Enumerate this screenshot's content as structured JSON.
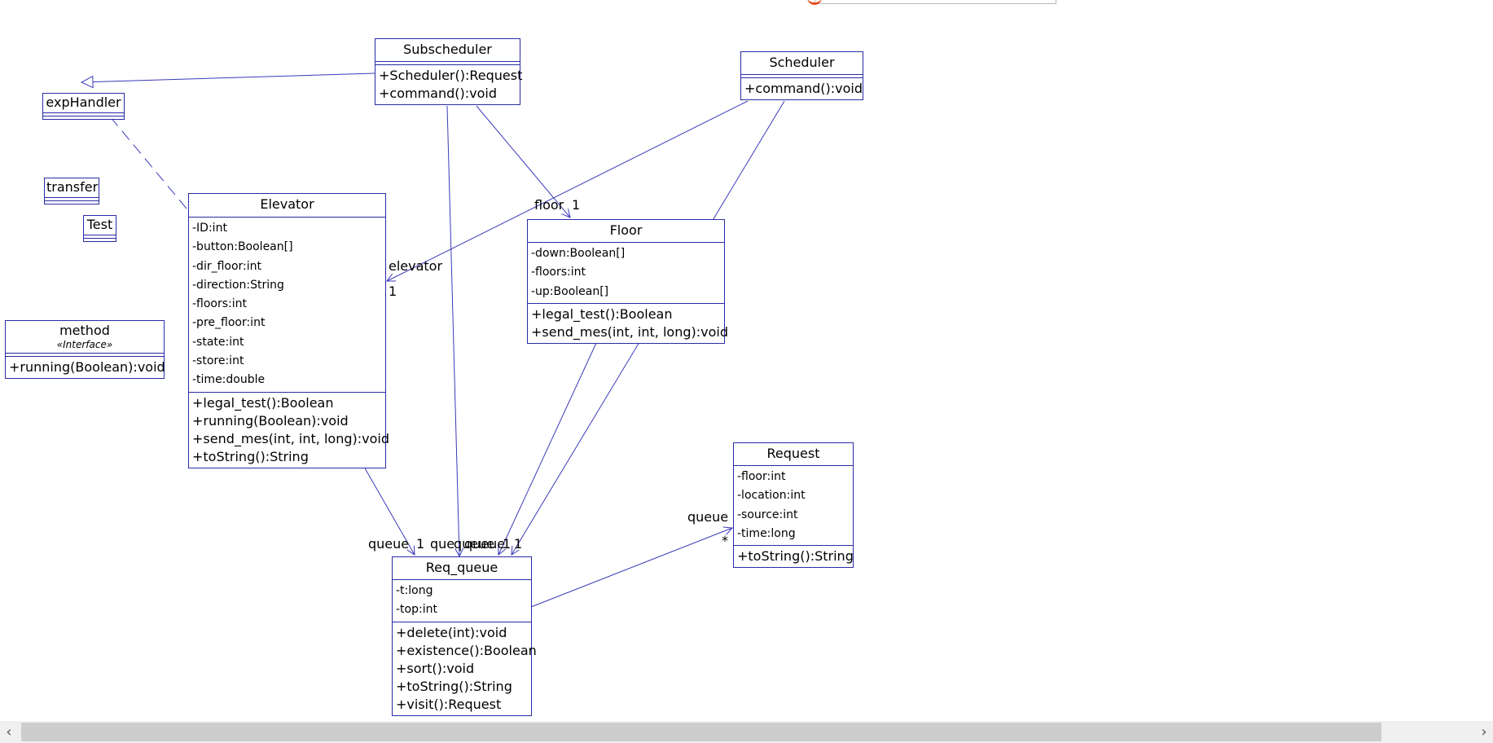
{
  "classes": [
    {
      "key": "subscheduler",
      "name": "Subscheduler",
      "attributes": [],
      "operations": [
        "+Scheduler():Request",
        "+command():void"
      ]
    },
    {
      "key": "scheduler",
      "name": "Scheduler",
      "attributes": [],
      "operations": [
        "+command():void"
      ]
    },
    {
      "key": "exphandler",
      "name": "expHandler",
      "attributes": [],
      "operations": []
    },
    {
      "key": "transfer",
      "name": "transfer",
      "attributes": [],
      "operations": []
    },
    {
      "key": "test",
      "name": "Test",
      "attributes": [],
      "operations": []
    },
    {
      "key": "method",
      "name": "method",
      "stereotype": "«Interface»",
      "attributes": [],
      "operations": [
        "+running(Boolean):void"
      ]
    },
    {
      "key": "elevator",
      "name": "Elevator",
      "attributes": [
        "-ID:int",
        "-button:Boolean[]",
        "-dir_floor:int",
        "-direction:String",
        "-floors:int",
        "-pre_floor:int",
        "-state:int",
        "-store:int",
        "-time:double"
      ],
      "operations": [
        "+legal_test():Boolean",
        "+running(Boolean):void",
        "+send_mes(int, int, long):void",
        "+toString():String"
      ]
    },
    {
      "key": "floor",
      "name": "Floor",
      "attributes": [
        "-down:Boolean[]",
        "-floors:int",
        "-up:Boolean[]"
      ],
      "operations": [
        "+legal_test():Boolean",
        "+send_mes(int, int, long):void"
      ]
    },
    {
      "key": "request",
      "name": "Request",
      "attributes": [
        "-floor:int",
        "-location:int",
        "-source:int",
        "-time:long"
      ],
      "operations": [
        "+toString():String"
      ]
    },
    {
      "key": "reqqueue",
      "name": "Req_queue",
      "attributes": [
        "-t:long",
        "-top:int"
      ],
      "operations": [
        "+delete(int):void",
        "+existence():Boolean",
        "+sort():void",
        "+toString():String",
        "+visit():Request"
      ]
    }
  ],
  "labels": {
    "floor_role": "floor",
    "floor_mult": "1",
    "elevator_role": "elevator",
    "elevator_mult": "1",
    "queue_a": "queue",
    "queue_a_mult": "1",
    "queue_b": "que",
    "queue_c": "queue",
    "queue_d": "queue",
    "queue_d_mult": "1",
    "queue_e_mult": "1",
    "request_role": "queue",
    "request_mult": "*"
  },
  "colors": {
    "class_border": "#2a2aa6",
    "connector": "#3a3ab8",
    "background": "#ffffff"
  },
  "scrollbar": {
    "left_icon": "chevron-left-icon",
    "right_icon": "chevron-right-icon"
  }
}
